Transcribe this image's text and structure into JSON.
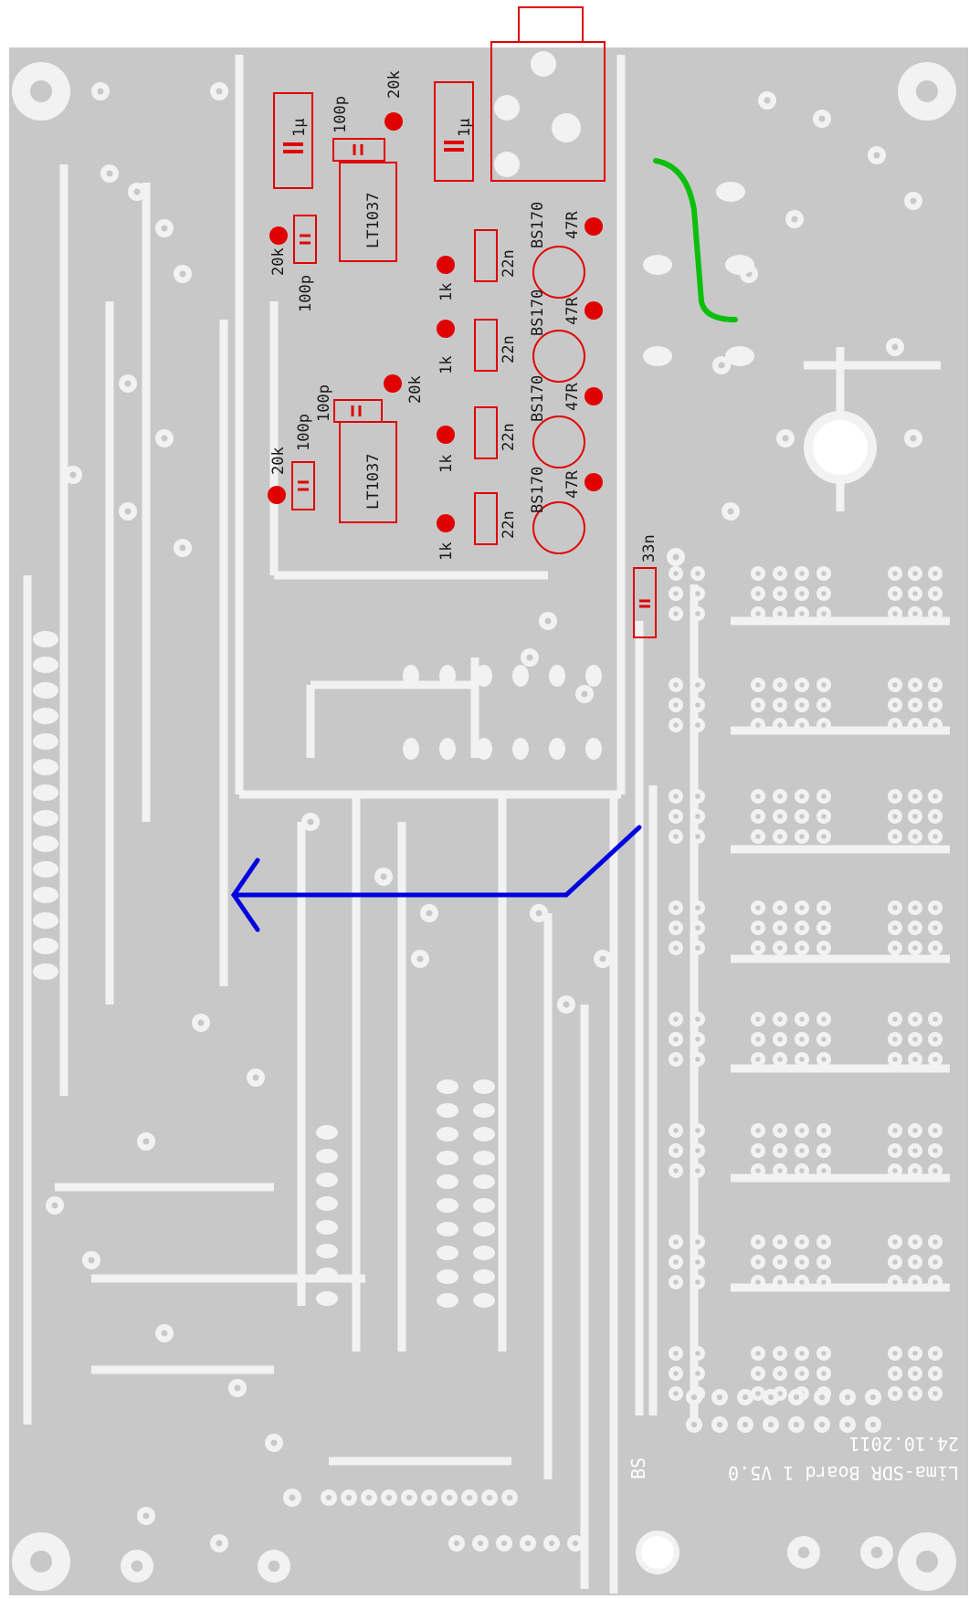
{
  "board": {
    "title_line1": "Lima-SDR Board 1 V5.0",
    "title_line2": "24.10.2011",
    "corner_mark": "BS",
    "colors": {
      "background": "#ffffff",
      "board": "#c8c8c8",
      "copper": "#f2f2f2",
      "component": "#e00000",
      "wire_green": "#0bbf0b",
      "arrow_blue": "#0000e0"
    }
  },
  "components": {
    "cap_1u_a": "1µ",
    "cap_1u_b": "1µ",
    "cap_100p_top": "100p",
    "res_20k_top": "20k",
    "ic_top": "LT1037",
    "res_20k_left": "20k",
    "cap_100p_left": "100p",
    "res_1k_1": "1k",
    "res_1k_2": "1k",
    "res_1k_3": "1k",
    "res_1k_4": "1k",
    "cap_22n_1": "22n",
    "cap_22n_2": "22n",
    "cap_22n_3": "22n",
    "cap_22n_4": "22n",
    "fet_1": "BS170",
    "fet_2": "BS170",
    "fet_3": "BS170",
    "fet_4": "BS170",
    "res_47r_1": "47R",
    "res_47r_2": "47R",
    "res_47r_3": "47R",
    "res_47r_4": "47R",
    "cap_100p_mid": "100p",
    "res_20k_mid": "20k",
    "ic_mid": "LT1037",
    "res_20k_mid_left": "20k",
    "cap_100p_mid_left": "100p",
    "cap_33n": "33n"
  }
}
